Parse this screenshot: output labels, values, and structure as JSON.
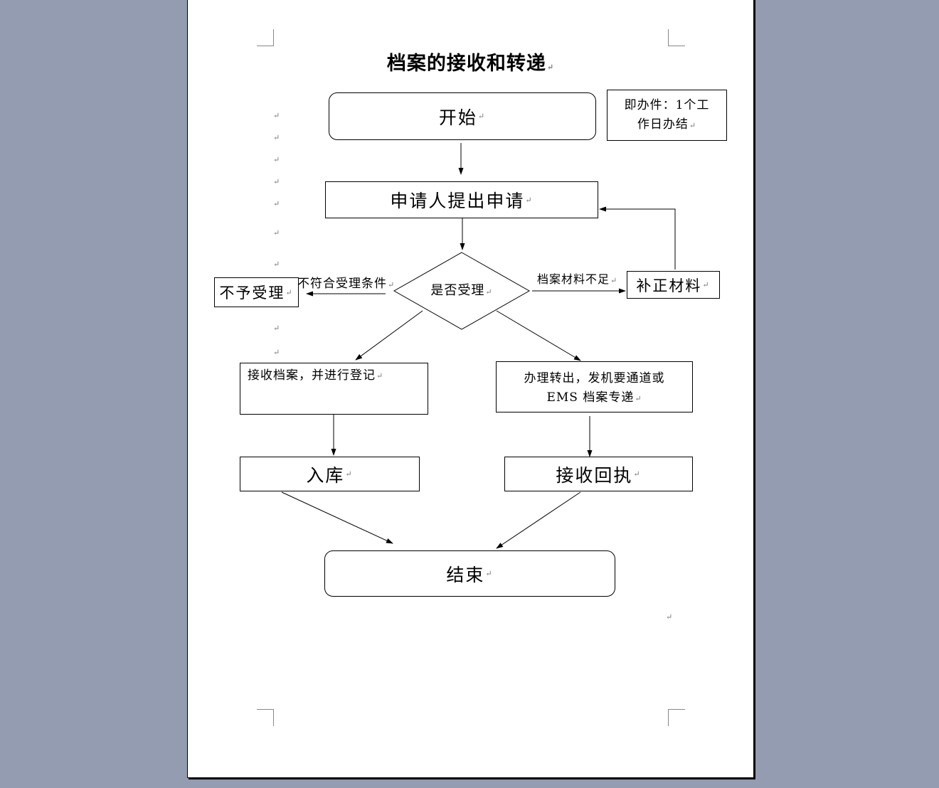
{
  "title": "档案的接收和转递",
  "note": {
    "line1": "即办件：1个工",
    "line2": "作日办结"
  },
  "nodes": {
    "start": "开始",
    "apply": "申请人提出申请",
    "decision": "是否受理",
    "reject": "不予受理",
    "supplement": "补正材料",
    "receive": "接收档案，并进行登记",
    "transfer_line1": "办理转出，发机要通道或",
    "transfer_line2": "EMS 档案专递",
    "store": "入库",
    "receipt": "接收回执",
    "end": "结束"
  },
  "edge_labels": {
    "not_accepted": "不符合受理条件",
    "insufficient": "档案材料不足"
  },
  "paragraph_mark": "↵"
}
